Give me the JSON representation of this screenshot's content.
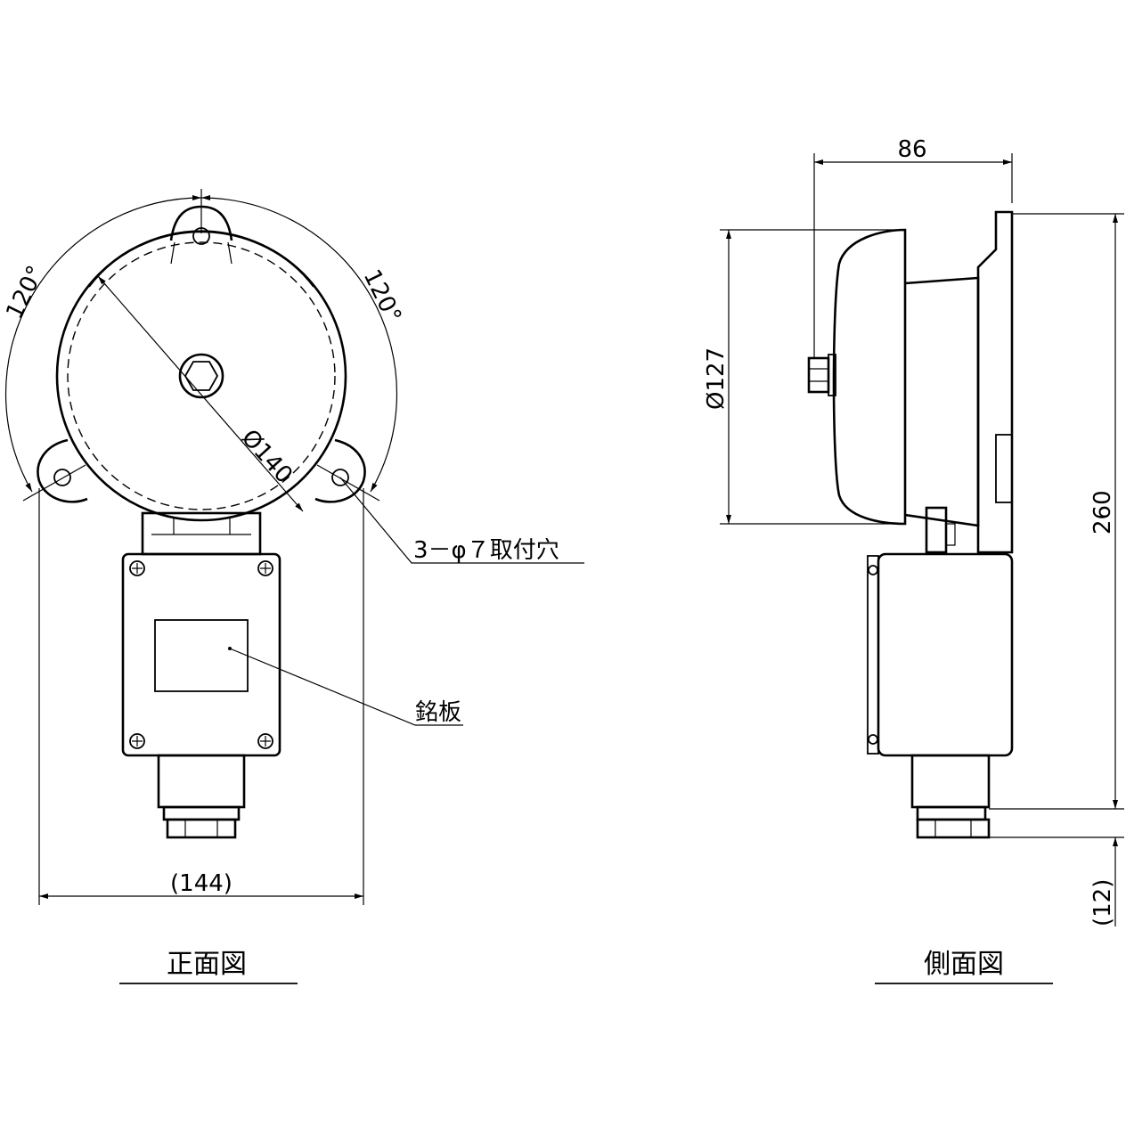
{
  "front_view": {
    "title": "正面図",
    "dim_diameter": "Ø140",
    "angle_left": "120°",
    "angle_right": "120°",
    "dim_width": "(144)",
    "holes_label": "3－φ７取付穴",
    "nameplate_label": "銘板"
  },
  "side_view": {
    "title": "側面図",
    "dim_depth": "86",
    "dim_diameter": "Ø127",
    "dim_height": "260",
    "dim_bottom": "(12)"
  },
  "colors": {
    "line": "#000000",
    "background": "#ffffff"
  }
}
